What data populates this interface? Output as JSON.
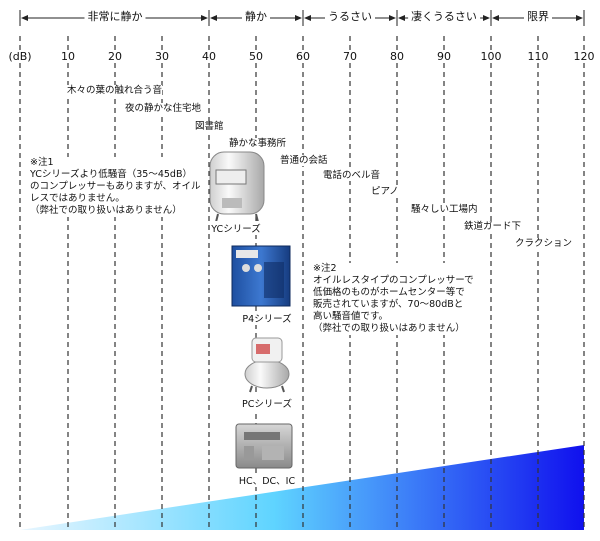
{
  "zones": [
    "非常に静か",
    "静か",
    "うるさい",
    "凄くうるさい",
    "限界"
  ],
  "scale_unit": "(dB)",
  "scale_ticks": [
    "10",
    "20",
    "30",
    "40",
    "50",
    "60",
    "70",
    "80",
    "90",
    "100",
    "110",
    "120"
  ],
  "examples": [
    "木々の葉の触れ合う音",
    "夜の静かな住宅地",
    "図書館",
    "静かな事務所",
    "普通の会話",
    "電話のベル音",
    "ピアノ",
    "騒々しい工場内",
    "鉄道ガード下",
    "クラクション"
  ],
  "note1": {
    "lines": [
      "※注1",
      "YCシリーズより低騒音（35～45dB）",
      "のコンプレッサーもありますが、オイル",
      "レスではありません。",
      "（弊社での取り扱いはありません）"
    ]
  },
  "note2": {
    "lines": [
      "※注2",
      "オイルレスタイプのコンプレッサーで",
      "低価格のものがホームセンター等で",
      "販売されていますが、70～80dBと",
      "高い騒音値です。",
      "（弊社での取り扱いはありません）"
    ]
  },
  "products": [
    "YCシリーズ",
    "P4シリーズ",
    "PCシリーズ",
    "HC、DC、IC"
  ],
  "colors": {
    "grad_start": "#e8f6ff",
    "grad_mid": "#5fd4ff",
    "grad_end": "#1010ee",
    "grid": "#333333"
  }
}
